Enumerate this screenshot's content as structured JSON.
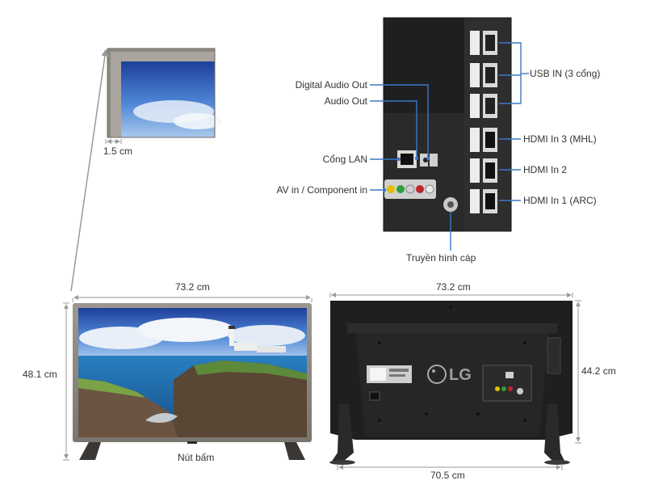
{
  "bezel": {
    "width_label": "1.5 cm"
  },
  "ports": {
    "usb": "USB IN (3 cổng)",
    "hdmi3": "HDMI In 3 (MHL)",
    "hdmi2": "HDMI In 2",
    "hdmi1": "HDMI In 1 (ARC)",
    "digital_audio": "Digital Audio Out",
    "audio_out": "Audio Out",
    "lan": "Cổng LAN",
    "av_in": "AV in / Component in",
    "cable_tv": "Truyền hình cáp"
  },
  "front": {
    "width_label": "73.2 cm",
    "height_label": "48.1 cm",
    "button_label": "Nút bấm"
  },
  "back": {
    "width_label": "73.2 cm",
    "height_label": "44.2 cm",
    "stand_width_label": "70.5 cm",
    "brand_logo": "LG"
  },
  "colors": {
    "callout": "#3a78c8",
    "dimension": "#9a9a9a",
    "panel": "#1f1f1f",
    "frame": "#8b8680",
    "screen_sky": "#2d5fb4"
  }
}
